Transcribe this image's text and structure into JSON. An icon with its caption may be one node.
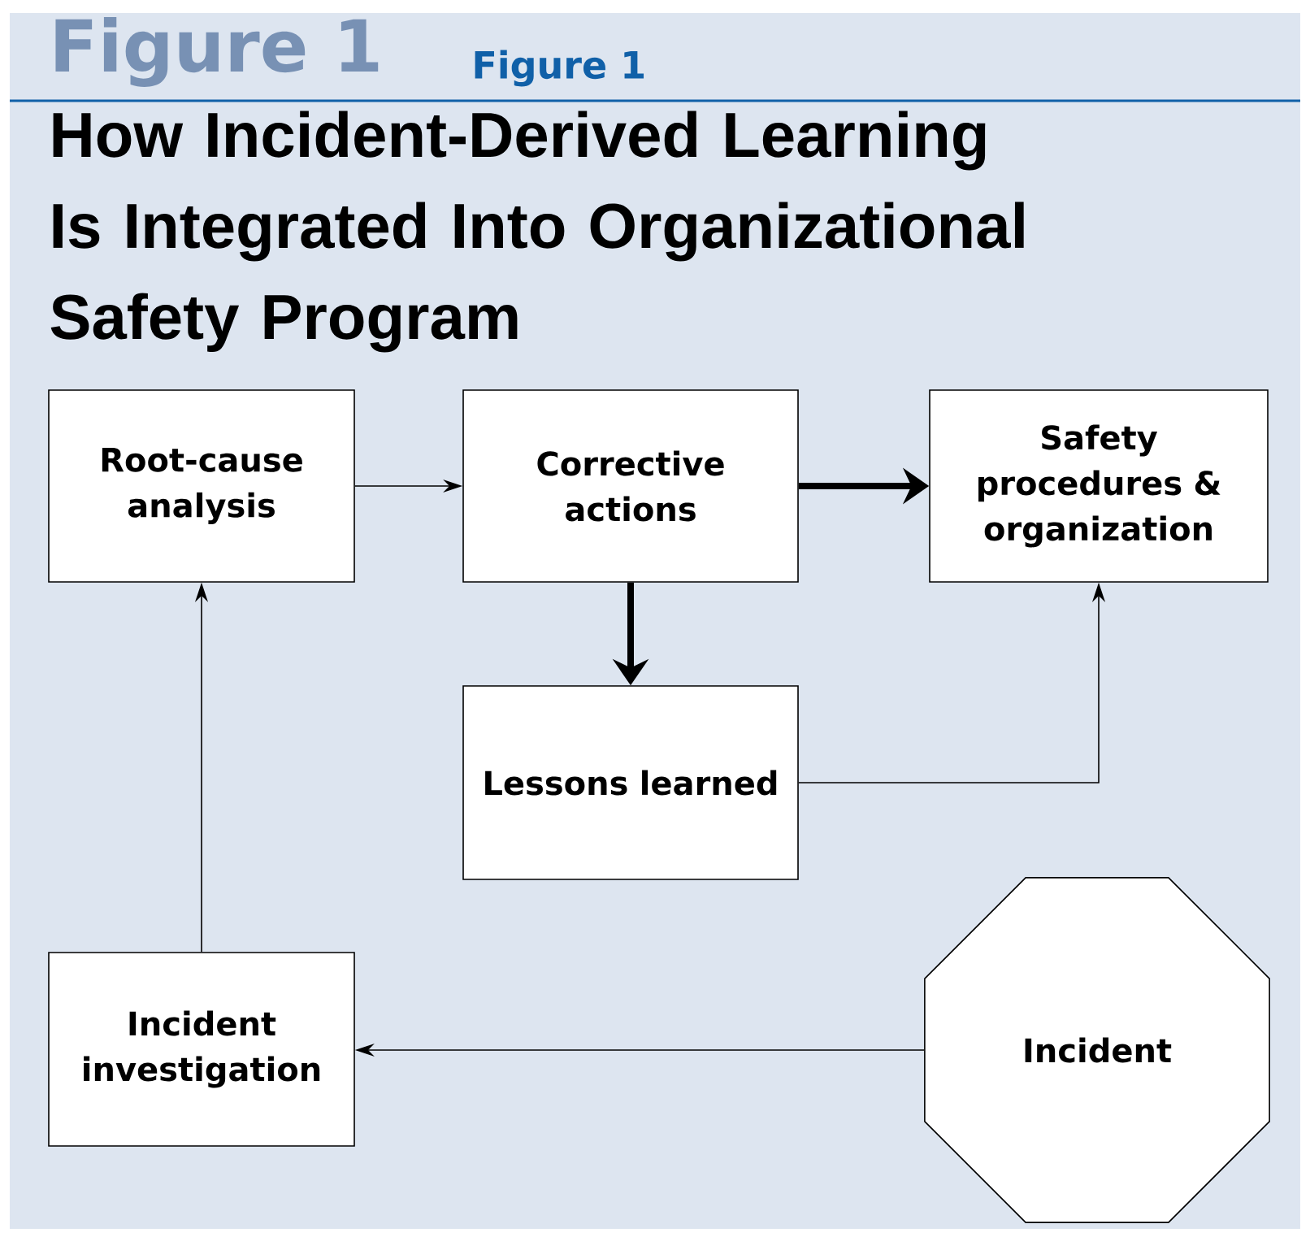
{
  "diagram": {
    "title": "How Incident-Derived Learning Is Integrated Into Organizational Safety Program",
    "nodes": [
      {
        "text": [
          "Root-cause analysis"
        ]
      },
      {
        "text": [
          "Corrective actions"
        ]
      },
      {
        "text": [
          "Safety procedures & organization"
        ]
      },
      {
        "text": [
          "Lessons learned"
        ]
      },
      {
        "text": [
          "Incident investigation"
        ]
      },
      {
        "text": [
          "Incident"
        ]
      }
    ],
    "edges": [
      {
        "from": 0,
        "to": 1,
        "arrow": "to"
      },
      {
        "from": 1,
        "to": 2,
        "arrow": "to",
        "style": "thick"
      },
      {
        "from": 1,
        "to": 3,
        "arrow": "to",
        "style": "thick"
      },
      {
        "from": 3,
        "to": 2,
        "arrow": "to"
      },
      {
        "from": 5,
        "to": 4,
        "arrow": "to"
      },
      {
        "from": 4,
        "to": 0,
        "arrow": "to"
      }
    ],
    "labels": [
      "Figure 1",
      "Figure 1"
    ]
  }
}
